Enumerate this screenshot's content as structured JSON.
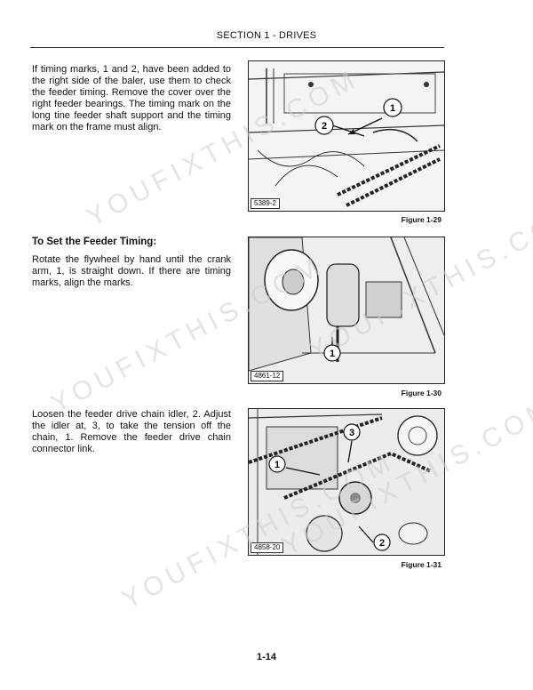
{
  "header": {
    "title": "SECTION 1 - DRIVES"
  },
  "paragraphs": {
    "p1": "If timing marks, 1 and 2, have been added to the right side of the baler, use them to check the feeder timing. Remove the cover over the right feeder bearings. The timing mark on the long tine feeder shaft support and the timing mark on the frame must align.",
    "subheading": "To Set the Feeder Timing:",
    "p2": "Rotate the flywheel by hand until the crank arm, 1, is straight down. If there are timing marks, align the marks.",
    "p3": "Loosen the feeder drive chain idler, 2. Adjust the idler at, 3, to take the tension off the chain, 1. Remove the feeder drive chain connector link."
  },
  "figures": [
    {
      "id": "5389-2",
      "caption": "Figure 1-29",
      "callouts": [
        "1",
        "2"
      ]
    },
    {
      "id": "4861-12",
      "caption": "Figure 1-30",
      "callouts": [
        "1"
      ]
    },
    {
      "id": "4858-20",
      "caption": "Figure 1-31",
      "callouts": [
        "1",
        "2",
        "3"
      ]
    }
  ],
  "footer": {
    "page_number": "1-14"
  },
  "watermark": {
    "text": "YOUFIXTHIS.COM"
  }
}
